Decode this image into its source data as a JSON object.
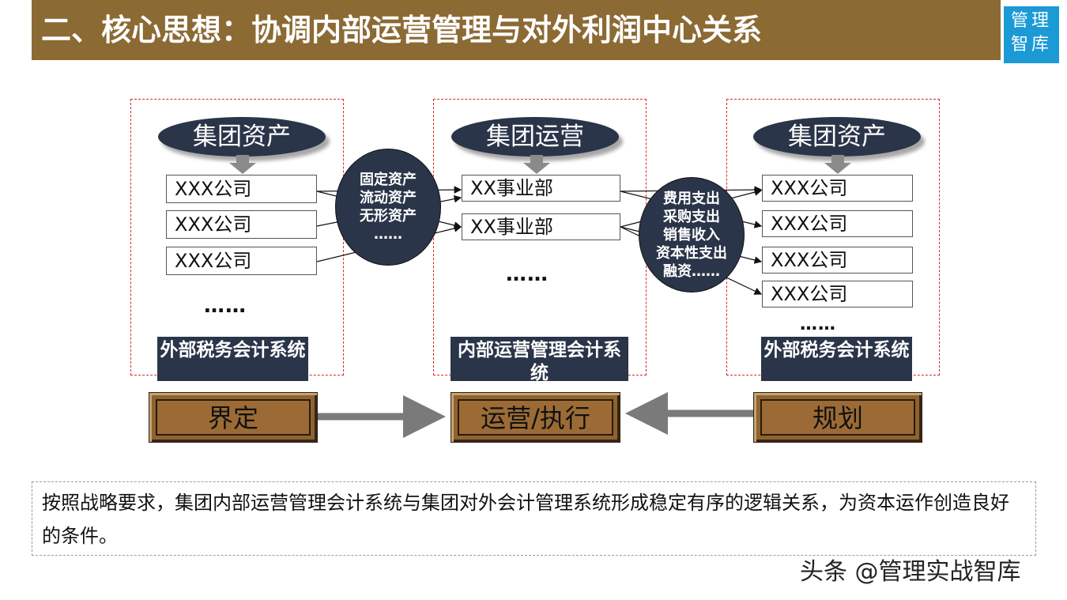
{
  "header": {
    "title": "二、核心思想：协调内部运营管理与对外利润中心关系",
    "logo_line1": "管理",
    "logo_line2": "智库"
  },
  "left": {
    "oval": "集团资产",
    "boxes": [
      "XXX公司",
      "XXX公司",
      "XXX公司"
    ],
    "ellipsis": "……",
    "system": "外部税务会计系统"
  },
  "bubble_left": [
    "固定资产",
    "流动资产",
    "无形资产",
    "……"
  ],
  "middle": {
    "oval": "集团运营",
    "boxes": [
      "XX事业部",
      "XX事业部"
    ],
    "ellipsis": "……",
    "system": "内部运营管理会计系统"
  },
  "bubble_right": [
    "费用支出",
    "采购支出",
    "销售收入",
    "资本性支出",
    "融资……"
  ],
  "right": {
    "oval": "集团资产",
    "boxes": [
      "XXX公司",
      "XXX公司",
      "XXX公司",
      "XXX公司"
    ],
    "ellipsis": "……",
    "system": "外部税务会计系统"
  },
  "plaques": {
    "left": "界定",
    "middle": "运营/执行",
    "right": "规划"
  },
  "note": "按照战略要求，集团内部运营管理会计系统与集团对外会计管理系统形成稳定有序的逻辑关系，为资本运作创造良好的条件。",
  "watermark": "头条 @管理实战智库",
  "colors": {
    "title_bar": "#8c6a34",
    "dark_navy": "#2b3549",
    "plaque_brown": "#8e6332",
    "panel_dash": "#e02525",
    "logo_blue": "#1b9ad6"
  }
}
